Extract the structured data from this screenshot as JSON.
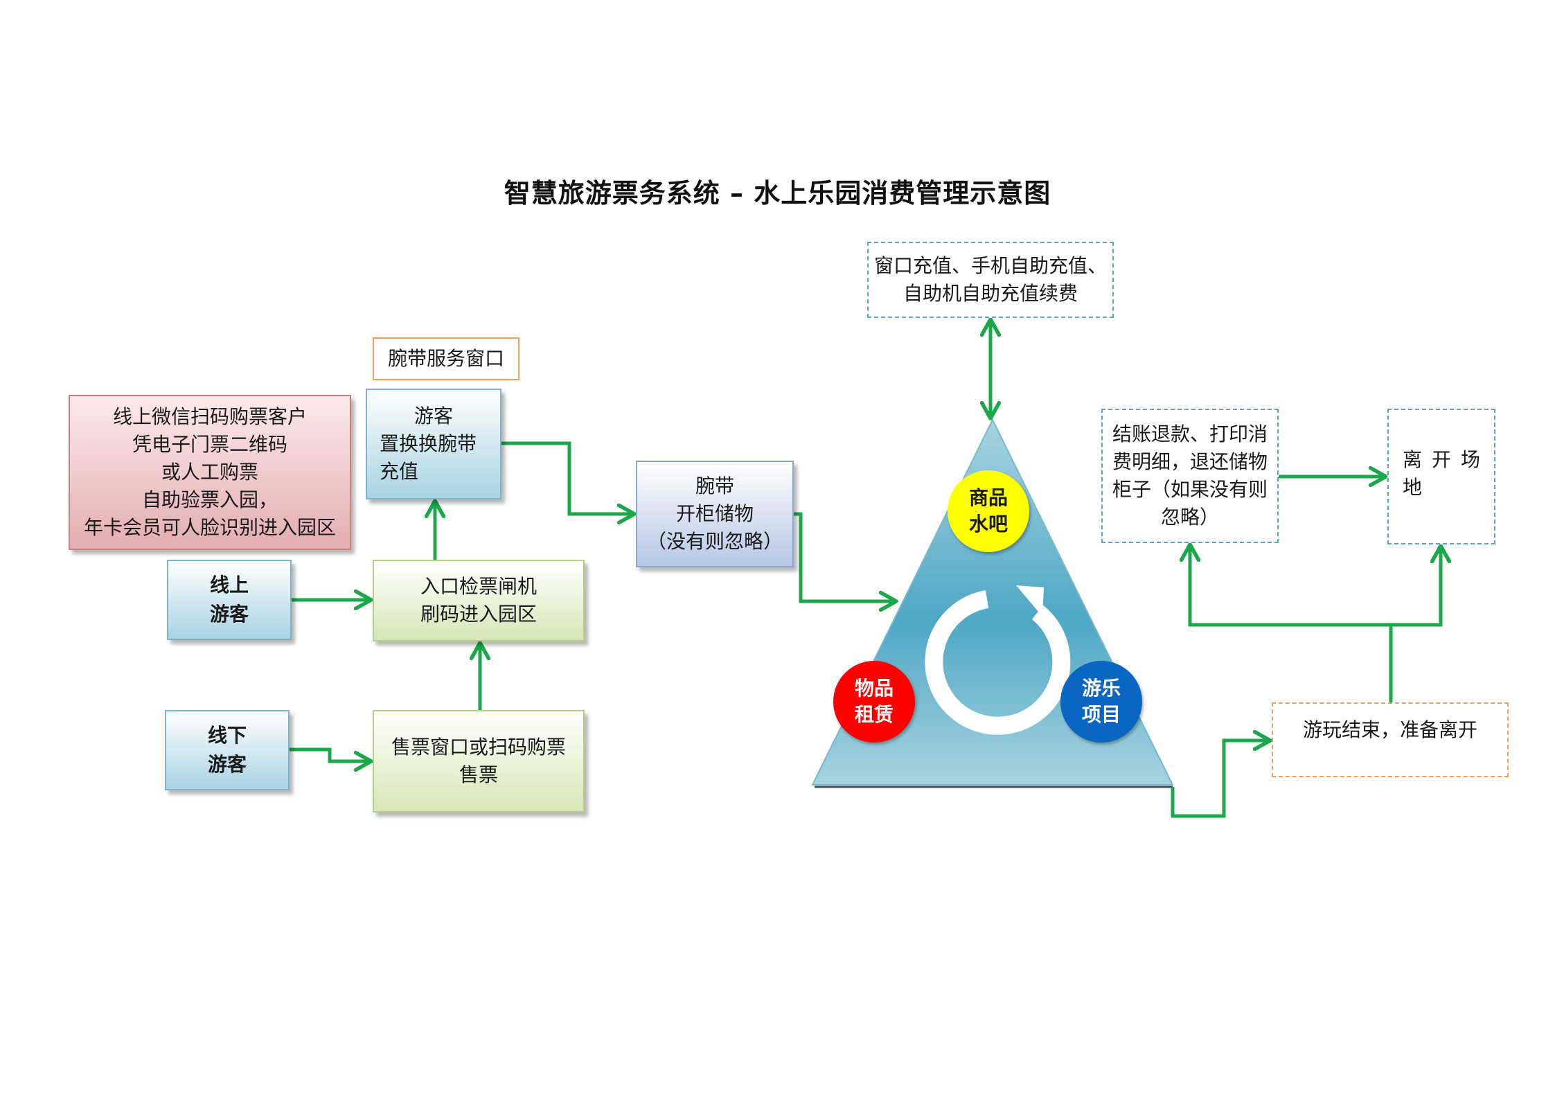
{
  "title": "智慧旅游票务系统 – 水上乐园消费管理示意图",
  "boxes": {
    "online_desc": [
      "线上微信扫码购票客户",
      "凭电子门票二维码",
      "或人工购票",
      "自助验票入园，",
      "年卡会员可人脸识别进入园区"
    ],
    "online": [
      "线上",
      "游客"
    ],
    "offline": [
      "线下",
      "游客"
    ],
    "gate": [
      "入口检票闸机",
      "刷码进入园区"
    ],
    "ticket": [
      "售票窗口或扫码购票",
      "售票"
    ],
    "exchange": [
      "游客",
      "置换换腕带",
      "充值"
    ],
    "wrist_window": "腕带服务窗口",
    "locker": [
      "腕带",
      "开柜储物",
      "（没有则忽略）"
    ],
    "recharge": [
      "窗口充值、手机自助充值、",
      "自助机自助充值续费"
    ],
    "checkout": [
      "结账退款、打印消",
      "费明细，退还储物",
      "柜子（如果没有则",
      "忽略）"
    ],
    "leave": [
      "离开场",
      "地"
    ],
    "finish": "游玩结束，准备离开"
  },
  "circles": {
    "shop": [
      "商品",
      "水吧"
    ],
    "rent": [
      "物品",
      "租赁"
    ],
    "play": [
      "游乐",
      "项目"
    ]
  },
  "colors": {
    "arrow": "#1aa84a",
    "triangle_top": "#a7d3e0",
    "triangle_mid": "#4ea7c4",
    "triangle_bottom": "#a7d3e0"
  }
}
